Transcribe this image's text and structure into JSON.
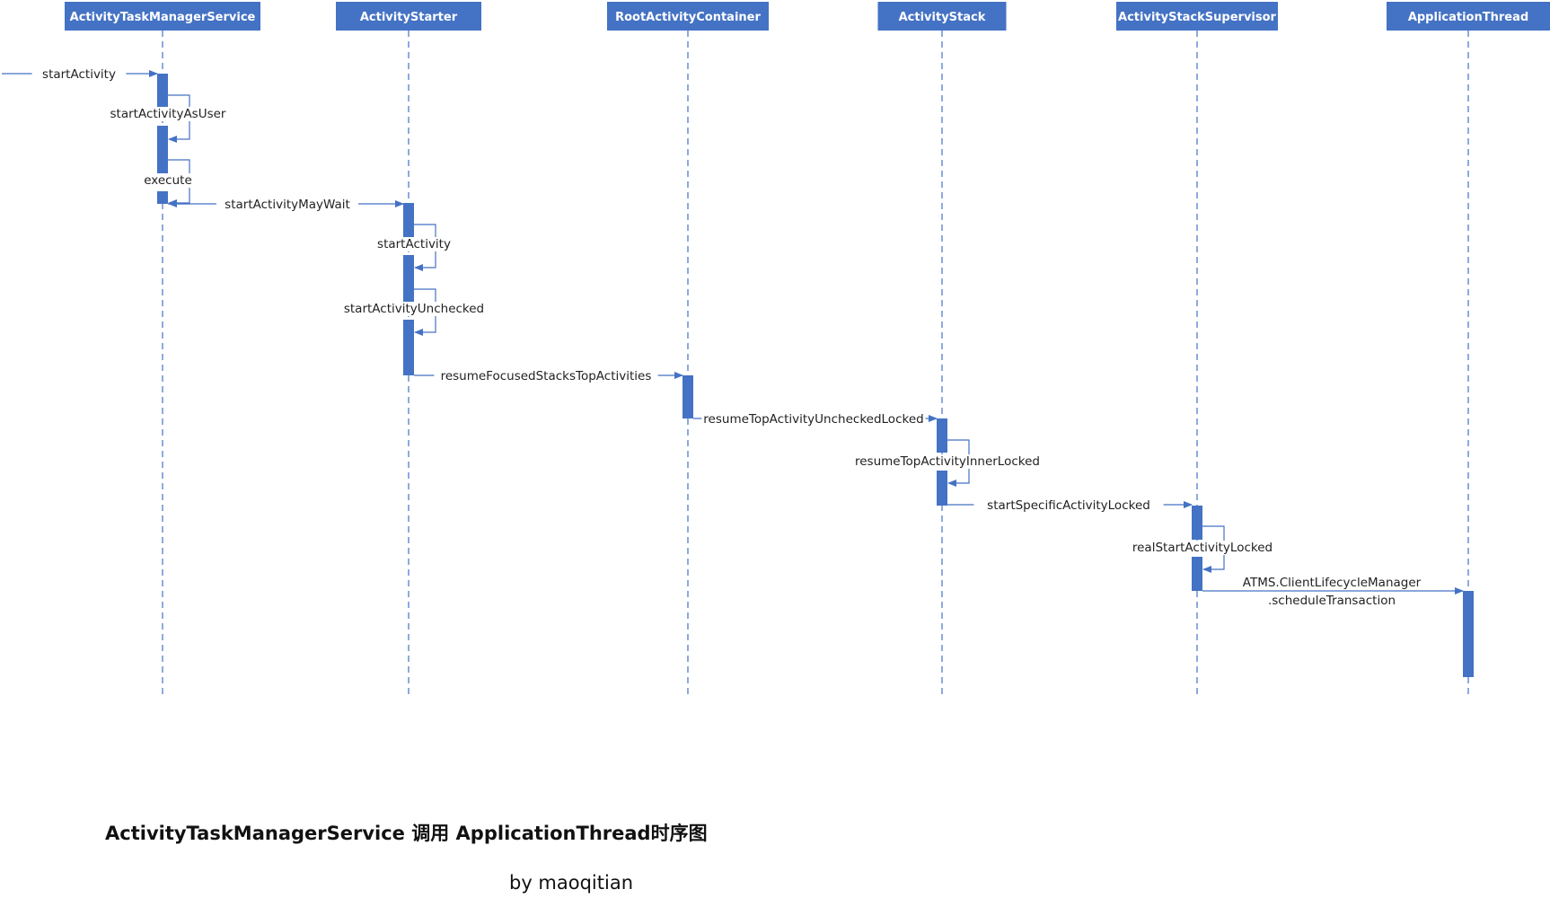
{
  "colors": {
    "actor_fill": "#4472C4",
    "activation_fill": "#4472C4",
    "line": "#4472C4",
    "lifeline": "#4472C4"
  },
  "participants": [
    {
      "id": "atms",
      "name": "ActivityTaskManagerService"
    },
    {
      "id": "starter",
      "name": "ActivityStarter"
    },
    {
      "id": "rac",
      "name": "RootActivityContainer"
    },
    {
      "id": "stack",
      "name": "ActivityStack"
    },
    {
      "id": "supervisor",
      "name": "ActivityStackSupervisor"
    },
    {
      "id": "appthread",
      "name": "ApplicationThread"
    }
  ],
  "messages": [
    {
      "from": "external",
      "to": "atms",
      "label": "startActivity"
    },
    {
      "from": "atms",
      "to": "atms",
      "label": "startActivityAsUser"
    },
    {
      "from": "atms",
      "to": "atms",
      "label": "execute"
    },
    {
      "from": "atms",
      "to": "starter",
      "label": "startActivityMayWait"
    },
    {
      "from": "starter",
      "to": "starter",
      "label": "startActivity"
    },
    {
      "from": "starter",
      "to": "starter",
      "label": "startActivityUnchecked"
    },
    {
      "from": "starter",
      "to": "rac",
      "label": "resumeFocusedStacksTopActivities"
    },
    {
      "from": "rac",
      "to": "stack",
      "label": "resumeTopActivityUncheckedLocked"
    },
    {
      "from": "stack",
      "to": "stack",
      "label": "resumeTopActivityInnerLocked"
    },
    {
      "from": "stack",
      "to": "supervisor",
      "label": "startSpecificActivityLocked"
    },
    {
      "from": "supervisor",
      "to": "supervisor",
      "label": "realStartActivityLocked"
    },
    {
      "from": "supervisor",
      "to": "appthread",
      "label_lines": [
        "ATMS.ClientLifecycleManager",
        ".scheduleTransaction"
      ]
    }
  ],
  "caption": {
    "title": "ActivityTaskManagerService 调用 ApplicationThread时序图",
    "author": "by maoqitian"
  }
}
